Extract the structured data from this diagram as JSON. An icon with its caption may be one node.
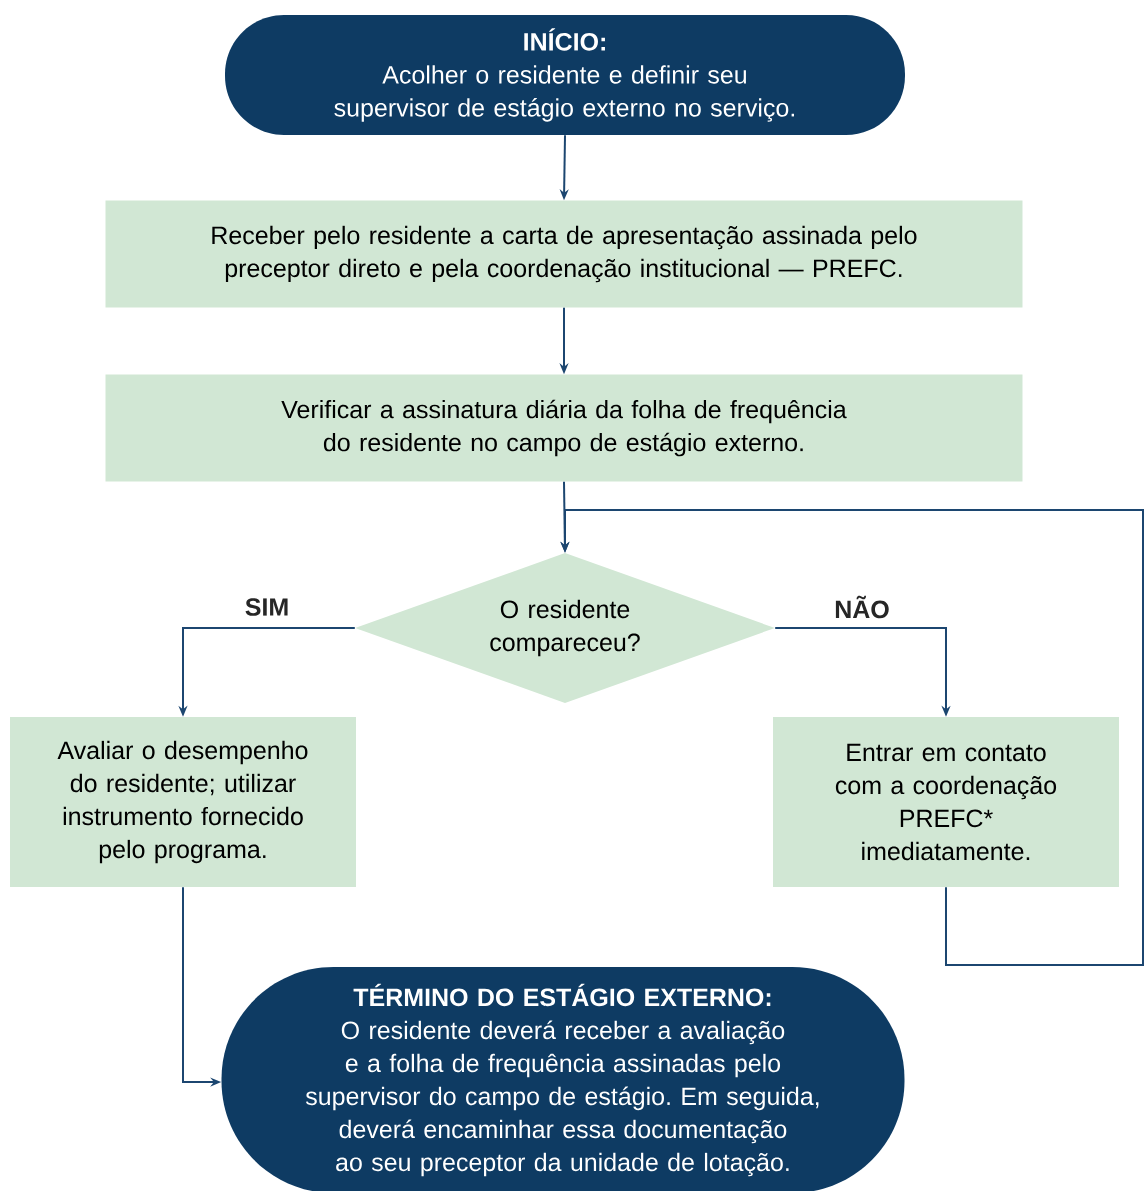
{
  "diagram": {
    "nodes": [
      {
        "text": [
          "INÍCIO:",
          "Acolher o residente e definir seu supervisor de estágio externo no serviço."
        ]
      },
      {
        "text": [
          "Receber pelo residente a carta de apresentação assinada pelo preceptor direto e pela coordenação institucional — PREFC."
        ]
      },
      {
        "text": [
          "Verificar a assinatura diária da folha de frequência do residente no campo de estágio externo."
        ]
      },
      {
        "text": [
          "O residente compareceu?"
        ]
      },
      {
        "text": [
          "Avaliar o desempenho do residente; utilizar instrumento fornecido pelo programa."
        ]
      },
      {
        "text": [
          "Entrar em contato com a coordenação PREFC* imediatamente."
        ]
      },
      {
        "text": [
          "TÉRMINO DO ESTÁGIO EXTERNO:",
          "O residente deverá receber a avaliação e a folha de frequência assinadas pelo supervisor do campo de estágio. Em seguida, deverá encaminhar essa documentação ao seu preceptor da unidade de lotação."
        ]
      }
    ],
    "edges": [
      {
        "from": 0,
        "to": 1,
        "arrow": "to"
      },
      {
        "from": 1,
        "to": 2,
        "arrow": "to"
      },
      {
        "from": 2,
        "to": 3,
        "arrow": "to"
      },
      {
        "from": 3,
        "to": 4,
        "arrow": "to",
        "label": "SIM"
      },
      {
        "from": 3,
        "to": 5,
        "arrow": "to",
        "label": "NÃO"
      },
      {
        "from": 4,
        "to": 6,
        "arrow": "to"
      },
      {
        "from": 5,
        "to": 3,
        "arrow": "to"
      }
    ]
  }
}
